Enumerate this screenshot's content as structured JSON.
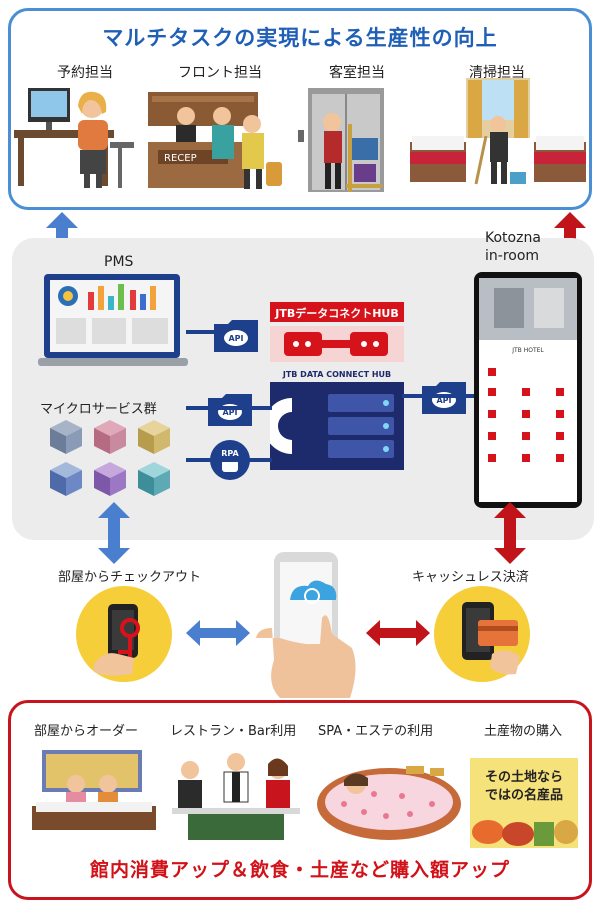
{
  "top": {
    "title": "マルチタスクの実現による生産性の向上",
    "roles": [
      "予約担当",
      "フロント担当",
      "客室担当",
      "清掃担当"
    ],
    "reception_sign": "RECEP"
  },
  "middle": {
    "pms_label": "PMS",
    "kotozna_label_line1": "Kotozna",
    "kotozna_label_line2": "in-room",
    "microservices_label": "マイクロサービス群",
    "hub_title": "JTBデータコネクトHUB",
    "hub_subtitle": "JTB DATA CONNECT HUB",
    "api_label": "API",
    "rpa_label": "RPA",
    "phone_hotel_name": "JTB HOTEL"
  },
  "actions": {
    "checkout_label": "部屋からチェックアウト",
    "cashless_label": "キャッシュレス決済"
  },
  "bottom": {
    "items": [
      "部屋からオーダー",
      "レストラン・Bar利用",
      "SPA・エステの利用",
      "土産物の購入"
    ],
    "souvenir_text_line1": "その土地なら",
    "souvenir_text_line2": "ではの名産品",
    "title": "館内消費アップ＆飲食・土産など購入額アップ"
  },
  "colors": {
    "blue_border": "#4a8fd4",
    "red_border": "#c8141c",
    "title_blue": "#1f5fb6",
    "title_red": "#d11219",
    "hub_red": "#d6121b",
    "hub_navy": "#1d2a6b",
    "arrow_blue": "#4a7fd0",
    "arrow_red": "#c0141a"
  }
}
